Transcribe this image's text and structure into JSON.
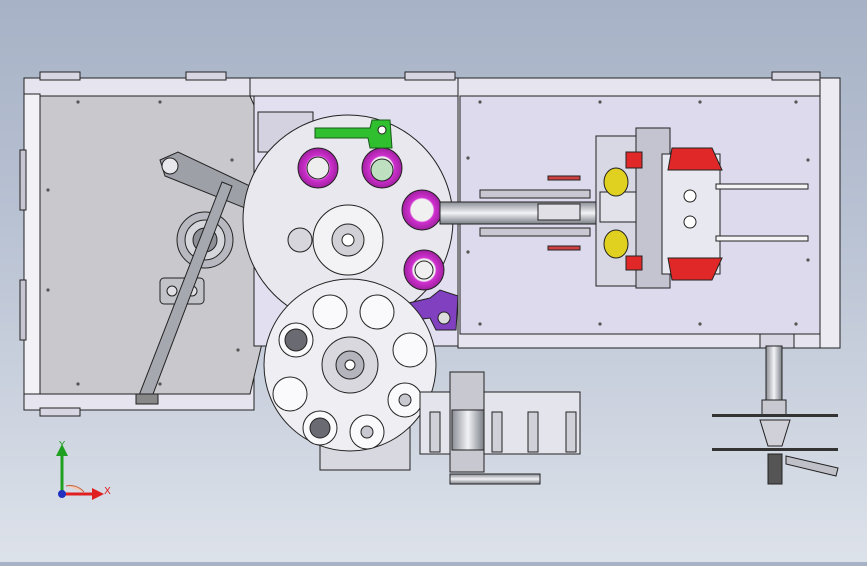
{
  "viewport": {
    "view_orientation": "top view",
    "background_gradient": [
      "#a7b2c6",
      "#dde2ea"
    ]
  },
  "triad": {
    "x_label": "X",
    "y_label": "Y",
    "x_color": "#e02020",
    "y_color": "#20a020",
    "z_color": "#2030c0"
  },
  "colors": {
    "frame_plate": "#dcdaec",
    "left_plate": "#c9c8cc",
    "bracket_green": "#2fbf2f",
    "ring_magenta": "#d030d0",
    "arm_purple": "#8040c0",
    "pad_red": "#e02828",
    "roller_yellow": "#e0d020"
  }
}
